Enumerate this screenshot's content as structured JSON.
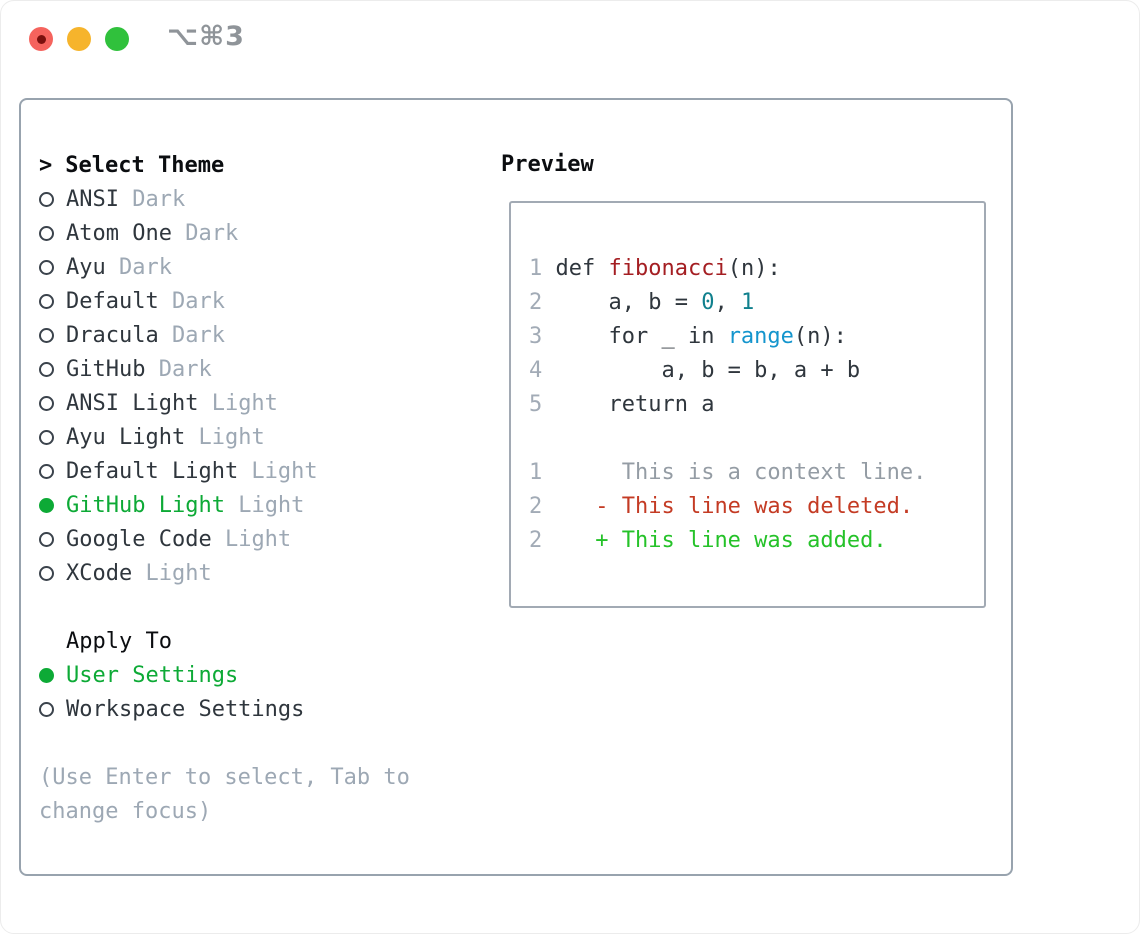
{
  "window": {
    "title": "⌥⌘3"
  },
  "theme_picker": {
    "prompt": ">",
    "header": "Select Theme",
    "items": [
      {
        "name": "ANSI",
        "variant": "Dark",
        "selected": false
      },
      {
        "name": "Atom One",
        "variant": "Dark",
        "selected": false
      },
      {
        "name": "Ayu",
        "variant": "Dark",
        "selected": false
      },
      {
        "name": "Default",
        "variant": "Dark",
        "selected": false
      },
      {
        "name": "Dracula",
        "variant": "Dark",
        "selected": false
      },
      {
        "name": "GitHub",
        "variant": "Dark",
        "selected": false
      },
      {
        "name": "ANSI Light",
        "variant": "Light",
        "selected": false
      },
      {
        "name": "Ayu Light",
        "variant": "Light",
        "selected": false
      },
      {
        "name": "Default Light",
        "variant": "Light",
        "selected": false
      },
      {
        "name": "GitHub Light",
        "variant": "Light",
        "selected": true
      },
      {
        "name": "Google Code",
        "variant": "Light",
        "selected": false
      },
      {
        "name": "XCode",
        "variant": "Light",
        "selected": false
      }
    ]
  },
  "apply_to": {
    "header": "Apply To",
    "options": [
      {
        "name": "User Settings",
        "selected": true
      },
      {
        "name": "Workspace Settings",
        "selected": false
      }
    ]
  },
  "hint": {
    "line1": "(Use Enter to select, Tab to",
    "line2": "change focus)"
  },
  "preview": {
    "header": "Preview",
    "lines": [
      {
        "tokens": [
          {
            "c": "ln",
            "t": "1 "
          },
          {
            "c": "code",
            "t": "def "
          },
          {
            "c": "func",
            "t": "fibonacci"
          },
          {
            "c": "code",
            "t": "(n):"
          }
        ]
      },
      {
        "tokens": [
          {
            "c": "ln",
            "t": "2 "
          },
          {
            "c": "code",
            "t": "    a, b = "
          },
          {
            "c": "num",
            "t": "0"
          },
          {
            "c": "code",
            "t": ", "
          },
          {
            "c": "num",
            "t": "1"
          }
        ]
      },
      {
        "tokens": [
          {
            "c": "ln",
            "t": "3 "
          },
          {
            "c": "code",
            "t": "    for _ in "
          },
          {
            "c": "builtin",
            "t": "range"
          },
          {
            "c": "code",
            "t": "(n):"
          }
        ]
      },
      {
        "tokens": [
          {
            "c": "ln",
            "t": "4 "
          },
          {
            "c": "code",
            "t": "        a, b = b, a + b"
          }
        ]
      },
      {
        "tokens": [
          {
            "c": "ln",
            "t": "5 "
          },
          {
            "c": "code",
            "t": "    return a"
          }
        ]
      },
      {
        "tokens": []
      },
      {
        "tokens": [
          {
            "c": "ln",
            "t": "1 "
          },
          {
            "c": "ctx",
            "t": "     This is a context line."
          }
        ]
      },
      {
        "tokens": [
          {
            "c": "ln",
            "t": "2 "
          },
          {
            "c": "del",
            "t": "   - This line was deleted."
          }
        ]
      },
      {
        "tokens": [
          {
            "c": "ln",
            "t": "2 "
          },
          {
            "c": "add",
            "t": "   + This line was added."
          }
        ]
      }
    ]
  },
  "colors": {
    "selection_green": "#0daa36",
    "added_green": "#25c229",
    "deleted_red": "#c43b24",
    "function_red": "#a41e22",
    "number_teal": "#10808d",
    "builtin_blue": "#1495cd",
    "muted_gray": "#9da8b4",
    "panel_border": "#98a3ae",
    "traffic_red": "#f5635d",
    "traffic_yellow": "#f6b42c",
    "traffic_green": "#30c13c"
  }
}
